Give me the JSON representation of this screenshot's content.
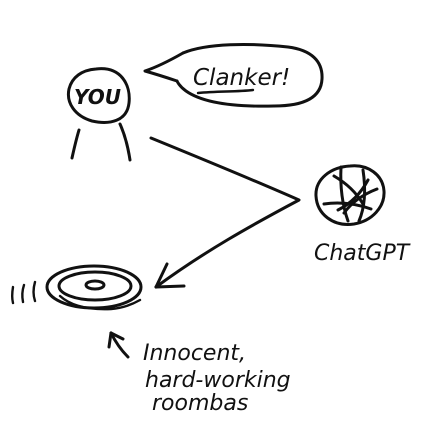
{
  "labels": {
    "you": "YOU",
    "speech": "Clanker!",
    "chatgpt": "ChatGPT",
    "caption_line1": "Innocent,",
    "caption_line2": "hard-working",
    "caption_line3": "roombas"
  },
  "icons": {
    "person": "person-icon",
    "speech": "speech-bubble-icon",
    "chatgpt": "chatgpt-logo-icon",
    "roomba": "roomba-icon"
  },
  "colors": {
    "ink": "#111111",
    "background": "#ffffff"
  }
}
